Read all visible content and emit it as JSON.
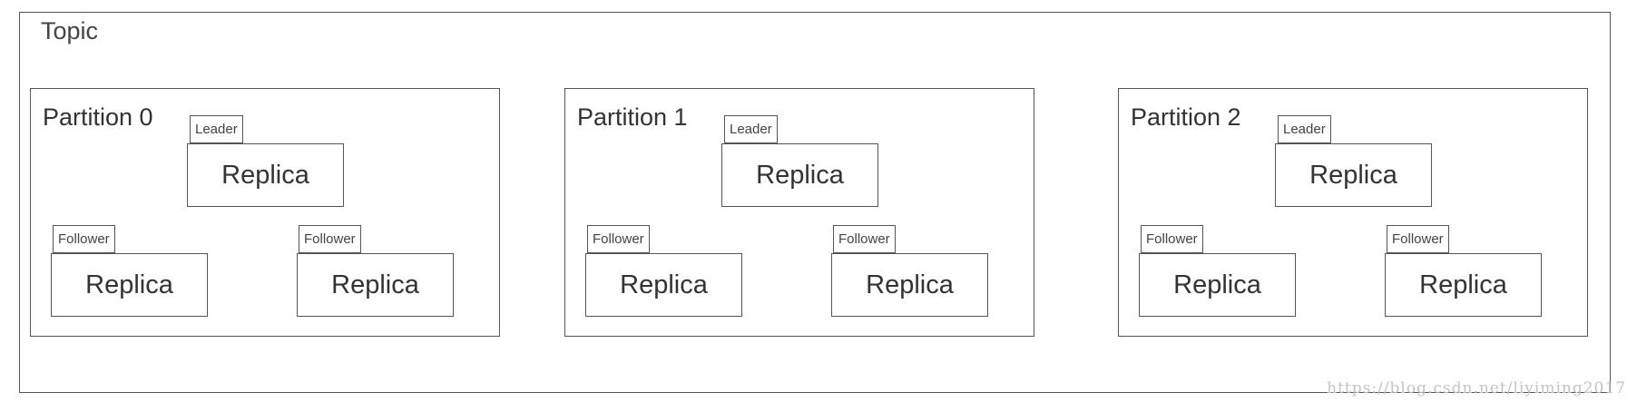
{
  "topic": {
    "title": "Topic",
    "partitions": [
      {
        "title": "Partition 0",
        "leader": {
          "tag": "Leader",
          "label": "Replica"
        },
        "followers": [
          {
            "tag": "Follower",
            "label": "Replica"
          },
          {
            "tag": "Follower",
            "label": "Replica"
          }
        ]
      },
      {
        "title": "Partition 1",
        "leader": {
          "tag": "Leader",
          "label": "Replica"
        },
        "followers": [
          {
            "tag": "Follower",
            "label": "Replica"
          },
          {
            "tag": "Follower",
            "label": "Replica"
          }
        ]
      },
      {
        "title": "Partition 2",
        "leader": {
          "tag": "Leader",
          "label": "Replica"
        },
        "followers": [
          {
            "tag": "Follower",
            "label": "Replica"
          },
          {
            "tag": "Follower",
            "label": "Replica"
          }
        ]
      }
    ]
  },
  "watermark": "https://blog.csdn.net/liyiming2017"
}
